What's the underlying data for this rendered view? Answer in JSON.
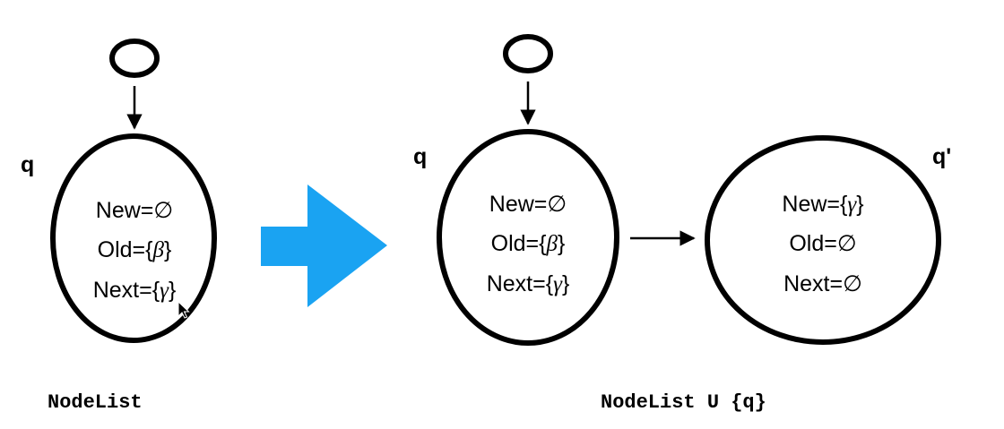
{
  "colors": {
    "stroke": "#000000",
    "transition_arrow": "#1aa3f2"
  },
  "left": {
    "state_label": "q",
    "node": {
      "new_label": "New=",
      "new_value": "∅",
      "old_label": "Old=",
      "old_open": "{",
      "old_value": "β",
      "old_close": "}",
      "next_label": "Next=",
      "next_open": "{",
      "next_value": "γ",
      "next_close": "}"
    },
    "caption": "NodeList"
  },
  "right": {
    "node_q": {
      "state_label": "q",
      "new_label": "New=",
      "new_value": "∅",
      "old_label": "Old=",
      "old_open": "{",
      "old_value": "β",
      "old_close": "}",
      "next_label": "Next=",
      "next_open": "{",
      "next_value": "γ",
      "next_close": "}"
    },
    "node_q_prime": {
      "state_label": "q'",
      "new_label": "New=",
      "new_open": "{",
      "new_value": "γ",
      "new_close": "}",
      "old_label": "Old=",
      "old_value": "∅",
      "next_label": "Next=",
      "next_value": "∅"
    },
    "caption": "NodeList U {q}"
  }
}
